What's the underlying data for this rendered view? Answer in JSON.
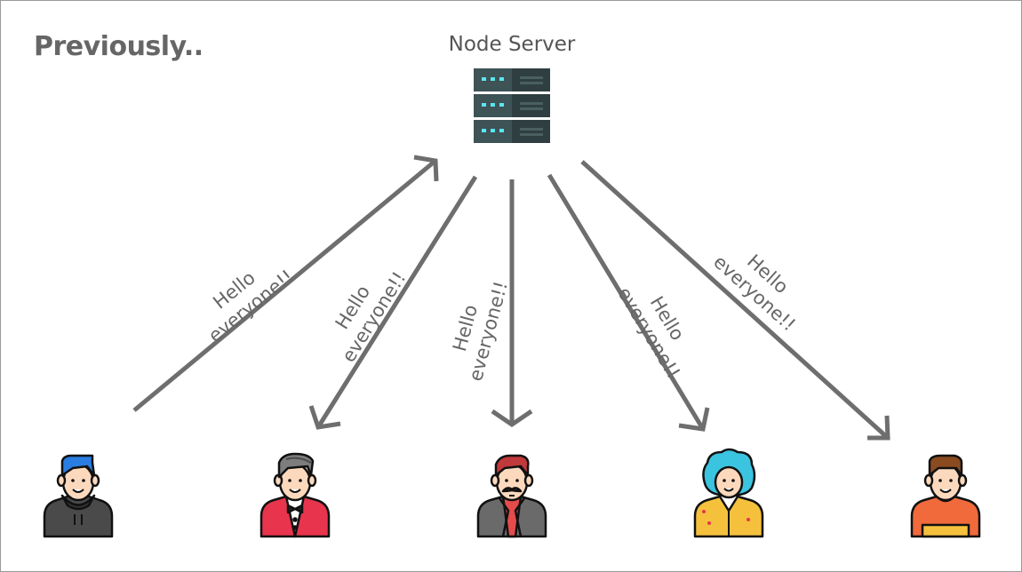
{
  "slide": {
    "title": "Previously.."
  },
  "server": {
    "label": "Node Server",
    "icon": "server-rack-icon"
  },
  "message_text": {
    "line1": "Hello",
    "line2": "everyone!!"
  },
  "colors": {
    "arrow": "#6e6e6e",
    "text": "#666666",
    "server_body": "#3e5356",
    "server_led": "#5ae6f0"
  },
  "clients": [
    {
      "icon": "user-hoodie-blue-hair-icon",
      "flow": "sender"
    },
    {
      "icon": "user-tuxedo-gray-hair-icon",
      "flow": "receiver"
    },
    {
      "icon": "user-mustache-red-hair-icon",
      "flow": "receiver"
    },
    {
      "icon": "user-afro-blue-hair-icon",
      "flow": "receiver"
    },
    {
      "icon": "user-orange-shirt-icon",
      "flow": "receiver"
    }
  ]
}
